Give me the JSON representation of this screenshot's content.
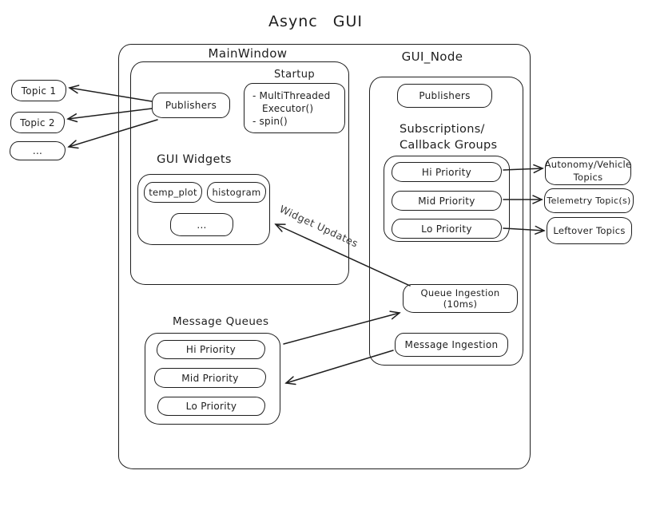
{
  "title": "Async GUI",
  "colors": {
    "stroke": "#1e1e1e",
    "background": "#ffffff",
    "muted_label": "#3a3a3a"
  },
  "left_topics": {
    "items": [
      "Topic 1",
      "Topic 2",
      "..."
    ]
  },
  "main_window": {
    "label": "MainWindow",
    "publishers_label": "Publishers",
    "startup": {
      "label": "Startup",
      "lines": [
        "- MultiThreaded",
        "Executor()",
        "- spin()"
      ]
    },
    "gui_widgets": {
      "label": "GUI Widgets",
      "widgets": [
        "temp_plot",
        "histogram",
        "..."
      ]
    }
  },
  "message_queues": {
    "label": "Message Queues",
    "items": [
      "Hi Priority",
      "Mid Priority",
      "Lo Priority"
    ]
  },
  "gui_node": {
    "label": "GUI_Node",
    "publishers_label": "Publishers",
    "subscriptions": {
      "label_lines": [
        "Subscriptions/",
        "Callback Groups"
      ],
      "items": [
        "Hi Priority",
        "Mid Priority",
        "Lo Priority"
      ]
    },
    "queue_ingestion": "Queue Ingestion (10ms)",
    "message_ingestion": "Message Ingestion"
  },
  "right_topics": {
    "items": [
      "Autonomy/Vehicle Topics",
      "Telemetry Topic(s)",
      "Leftover Topics"
    ]
  },
  "labels": {
    "widget_updates": "Widget Updates"
  }
}
